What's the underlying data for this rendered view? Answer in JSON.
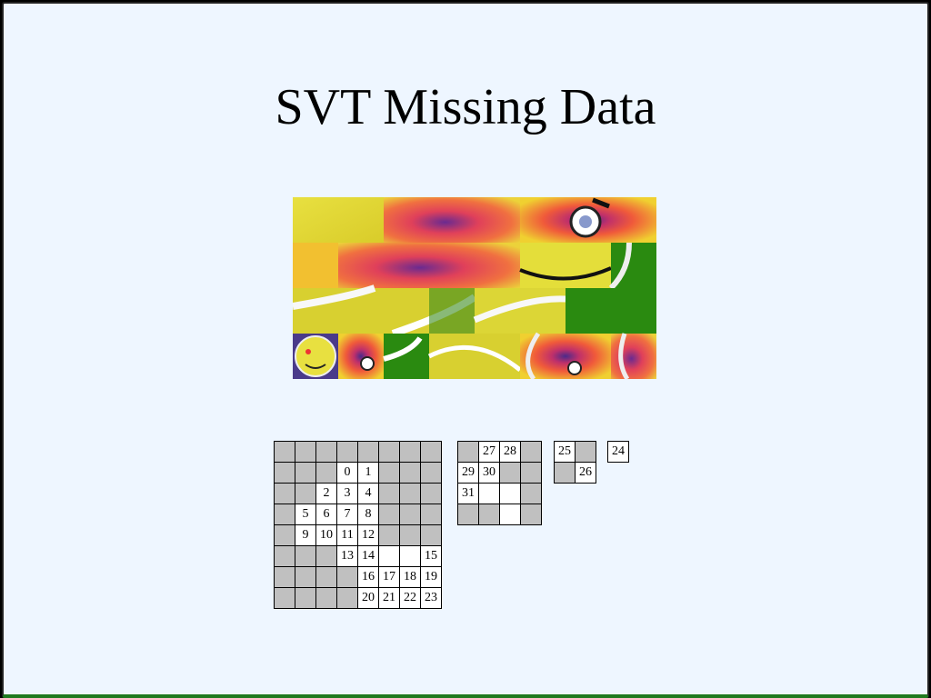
{
  "slide": {
    "title": "SVT Missing Data"
  },
  "colors": {
    "missing": "#c0c0c0",
    "present": "#ffffff",
    "background": "#eef6ff"
  },
  "mosaic": {
    "description_icon": "smiley-face-image-tiles",
    "rows": 4
  },
  "grids": [
    {
      "name": "main-grid",
      "rows": [
        [
          "M",
          "M",
          "M",
          "M",
          "M",
          "M",
          "M",
          "M"
        ],
        [
          "M",
          "M",
          "M",
          "0",
          "1",
          "M",
          "M",
          "M"
        ],
        [
          "M",
          "M",
          "2",
          "3",
          "4",
          "M",
          "M",
          "M"
        ],
        [
          "M",
          "5",
          "6",
          "7",
          "8",
          "M",
          "M",
          "M"
        ],
        [
          "M",
          "9",
          "10",
          "11",
          "12",
          "M",
          "M",
          "M"
        ],
        [
          "M",
          "M",
          "M",
          "13",
          "14",
          "",
          "",
          "15"
        ],
        [
          "M",
          "M",
          "M",
          "M",
          "16",
          "17",
          "18",
          "19"
        ],
        [
          "M",
          "M",
          "M",
          "M",
          "20",
          "21",
          "22",
          "23"
        ]
      ]
    },
    {
      "name": "mid-grid",
      "rows": [
        [
          "M",
          "27",
          "28",
          "M"
        ],
        [
          "29",
          "30",
          "M",
          "M"
        ],
        [
          "31",
          "",
          "",
          "M"
        ],
        [
          "M",
          "M",
          "",
          "M"
        ]
      ]
    },
    {
      "name": "small-grid",
      "rows": [
        [
          "25",
          "M"
        ],
        [
          "M",
          "26"
        ]
      ]
    },
    {
      "name": "tiny-grid",
      "rows": [
        [
          "24"
        ]
      ]
    }
  ]
}
